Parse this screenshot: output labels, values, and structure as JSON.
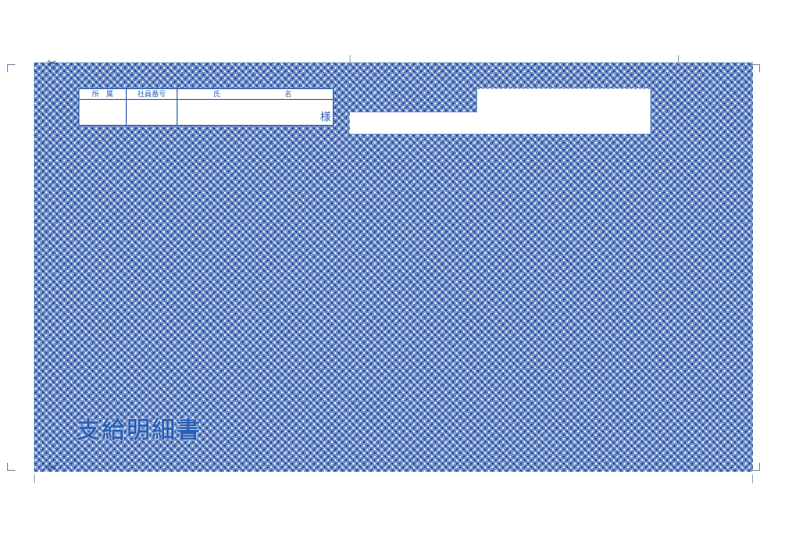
{
  "header_table": {
    "col1": "所　属",
    "col2": "社員番号",
    "name_part1": "氏",
    "name_part2": "名",
    "honorific": "様"
  },
  "title": "支給明細書",
  "colors": {
    "pattern_blue": "#1f4f9e",
    "ink_blue": "#2f5fae"
  },
  "icons": [
    "scissors-icon",
    "crop-mark"
  ]
}
